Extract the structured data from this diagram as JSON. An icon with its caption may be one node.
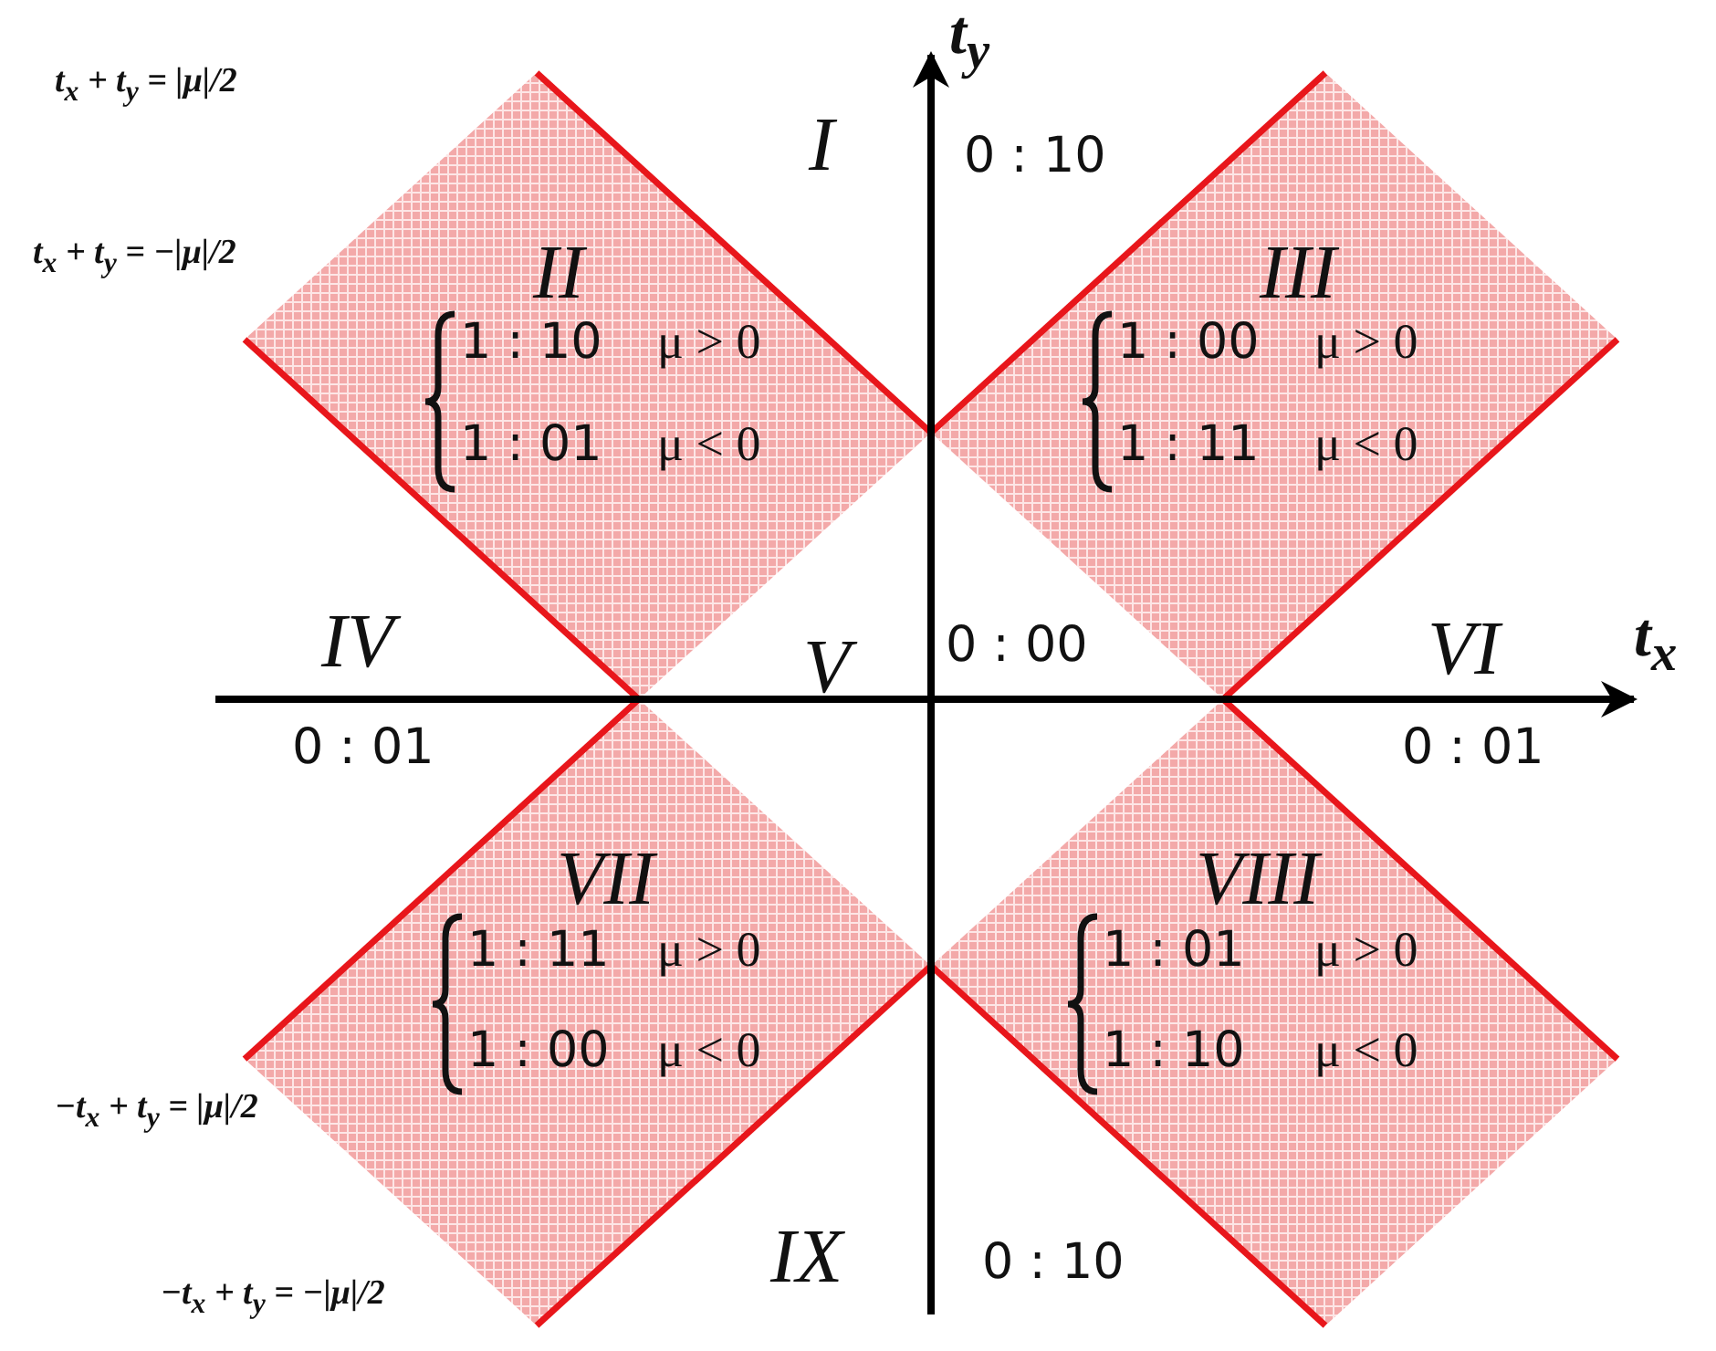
{
  "diagram": {
    "labels": [
      "t$_{x}$ + t$_{y}$ = |μ|/2",
      "t$_{y}$",
      "I",
      "0 : 10",
      "t$_{x}$ + t$_{y}$ = −|μ|/2",
      "II",
      "III",
      "1 : 10",
      "μ > 0",
      "1 : 01",
      "μ < 0",
      "1 : 00",
      "μ > 0",
      "1 : 11",
      "μ < 0",
      "IV",
      "V",
      "0 : 00",
      "VI",
      "t$_{x}$",
      "0 : 01",
      "0 : 01",
      "VII",
      "VIII",
      "1 : 11",
      "μ > 0",
      "1 : 00",
      "μ < 0",
      "1 : 01",
      "μ > 0",
      "1 : 10",
      "μ < 0",
      "−t$_{x}$ + t$_{y}$ = |μ|/2",
      "IX",
      "0 : 10",
      "−t$_{x}$ + t$_{y}$ = −|μ|/2"
    ]
  }
}
